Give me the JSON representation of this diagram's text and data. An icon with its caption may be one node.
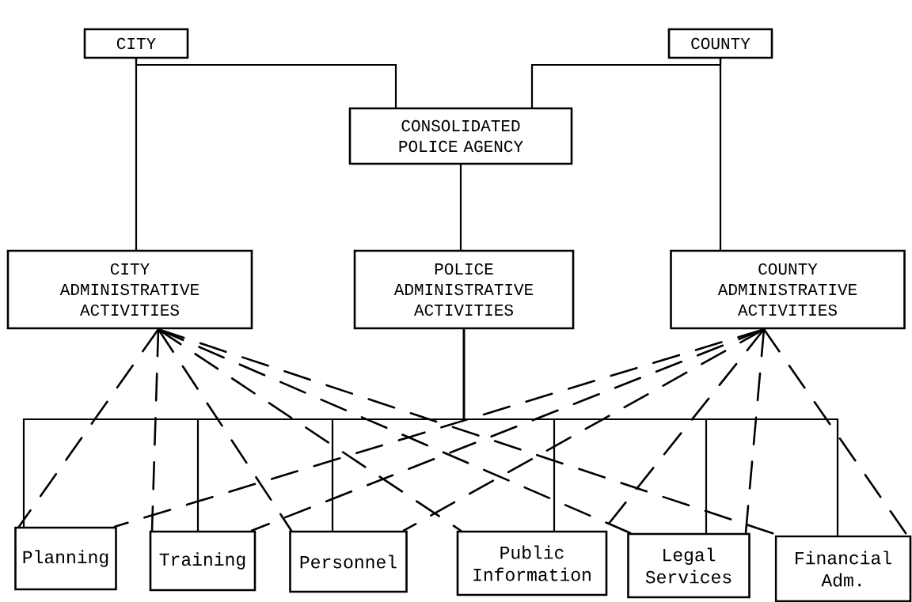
{
  "diagram": {
    "nodes": [
      {
        "text": [
          "CITY"
        ]
      },
      {
        "text": [
          "COUNTY"
        ]
      },
      {
        "text": [
          "CONSOLIDATED POLICE AGENCY"
        ]
      },
      {
        "text": [
          "CITY ADMINISTRATIVE ACTIVITIES"
        ]
      },
      {
        "text": [
          "POLICE ADMINISTRATIVE ACTIVITIES"
        ]
      },
      {
        "text": [
          "COUNTY ADMINISTRATIVE ACTIVITIES"
        ]
      },
      {
        "text": [
          "Planning"
        ]
      },
      {
        "text": [
          "Training"
        ]
      },
      {
        "text": [
          "Personnel"
        ]
      },
      {
        "text": [
          "Public Information"
        ]
      },
      {
        "text": [
          "Legal Services"
        ]
      },
      {
        "text": [
          "Financial Adm."
        ]
      }
    ],
    "edges": [
      {
        "from": 0,
        "to": 3,
        "arrow": "none"
      },
      {
        "from": 0,
        "to": 2,
        "arrow": "none"
      },
      {
        "from": 1,
        "to": 2,
        "arrow": "none"
      },
      {
        "from": 1,
        "to": 5,
        "arrow": "none"
      },
      {
        "from": 2,
        "to": 4,
        "arrow": "none"
      },
      {
        "from": 4,
        "to": 6,
        "arrow": "none"
      },
      {
        "from": 4,
        "to": 7,
        "arrow": "none"
      },
      {
        "from": 4,
        "to": 8,
        "arrow": "none"
      },
      {
        "from": 4,
        "to": 9,
        "arrow": "none"
      },
      {
        "from": 4,
        "to": 10,
        "arrow": "none"
      },
      {
        "from": 4,
        "to": 11,
        "arrow": "none"
      },
      {
        "from": 3,
        "to": 6,
        "arrow": "none",
        "style": "dashed"
      },
      {
        "from": 3,
        "to": 7,
        "arrow": "none",
        "style": "dashed"
      },
      {
        "from": 3,
        "to": 8,
        "arrow": "none",
        "style": "dashed"
      },
      {
        "from": 3,
        "to": 9,
        "arrow": "none",
        "style": "dashed"
      },
      {
        "from": 3,
        "to": 10,
        "arrow": "none",
        "style": "dashed"
      },
      {
        "from": 3,
        "to": 11,
        "arrow": "none",
        "style": "dashed"
      },
      {
        "from": 5,
        "to": 6,
        "arrow": "none",
        "style": "dashed"
      },
      {
        "from": 5,
        "to": 7,
        "arrow": "none",
        "style": "dashed"
      },
      {
        "from": 5,
        "to": 8,
        "arrow": "none",
        "style": "dashed"
      },
      {
        "from": 5,
        "to": 9,
        "arrow": "none",
        "style": "dashed"
      },
      {
        "from": 5,
        "to": 10,
        "arrow": "none",
        "style": "dashed"
      },
      {
        "from": 5,
        "to": 11,
        "arrow": "none",
        "style": "dashed"
      }
    ]
  }
}
